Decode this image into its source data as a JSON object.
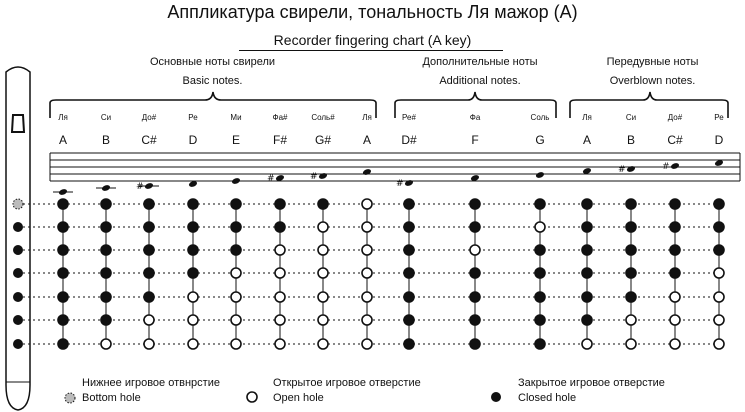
{
  "title": "Аппликатура свирели, тональность Ля мажор (A)",
  "subtitle": "Recorder fingering chart (A key)",
  "sections": [
    {
      "ru": "Основные ноты свирели",
      "en": "Basic notes."
    },
    {
      "ru": "Дополнительные ноты",
      "en": "Additional notes."
    },
    {
      "ru": "Передувные ноты",
      "en": "Overblown notes."
    }
  ],
  "notes": [
    {
      "ru": "Ля",
      "lat": "A",
      "staff_sym": "",
      "fingering": [
        "C",
        "C",
        "C",
        "C",
        "C",
        "C",
        "C"
      ]
    },
    {
      "ru": "Си",
      "lat": "B",
      "staff_sym": "",
      "fingering": [
        "C",
        "C",
        "C",
        "C",
        "C",
        "C",
        "O"
      ]
    },
    {
      "ru": "До#",
      "lat": "C#",
      "staff_sym": "#",
      "fingering": [
        "C",
        "C",
        "C",
        "C",
        "C",
        "O",
        "O"
      ]
    },
    {
      "ru": "Ре",
      "lat": "D",
      "staff_sym": "",
      "fingering": [
        "C",
        "C",
        "C",
        "C",
        "O",
        "O",
        "O"
      ]
    },
    {
      "ru": "Ми",
      "lat": "E",
      "staff_sym": "",
      "fingering": [
        "C",
        "C",
        "C",
        "O",
        "O",
        "O",
        "O"
      ]
    },
    {
      "ru": "Фа#",
      "lat": "F#",
      "staff_sym": "#",
      "fingering": [
        "C",
        "C",
        "O",
        "O",
        "O",
        "O",
        "O"
      ]
    },
    {
      "ru": "Соль#",
      "lat": "G#",
      "staff_sym": "#",
      "fingering": [
        "C",
        "O",
        "O",
        "O",
        "O",
        "O",
        "O"
      ]
    },
    {
      "ru": "Ля",
      "lat": "A",
      "staff_sym": "",
      "fingering": [
        "O",
        "O",
        "O",
        "O",
        "O",
        "O",
        "O"
      ]
    },
    {
      "ru": "Ре#",
      "lat": "D#",
      "staff_sym": "#",
      "fingering": [
        "C",
        "C",
        "C",
        "C",
        "C",
        "C",
        "C"
      ]
    },
    {
      "ru": "Фа",
      "lat": "F",
      "staff_sym": "",
      "fingering": [
        "C",
        "C",
        "O",
        "C",
        "C",
        "C",
        "C"
      ]
    },
    {
      "ru": "Соль",
      "lat": "G",
      "staff_sym": "",
      "fingering": [
        "C",
        "O",
        "C",
        "C",
        "C",
        "C",
        "C"
      ]
    },
    {
      "ru": "Ля",
      "lat": "A",
      "staff_sym": "",
      "fingering": [
        "C",
        "C",
        "C",
        "C",
        "C",
        "C",
        "O"
      ]
    },
    {
      "ru": "Си",
      "lat": "B",
      "staff_sym": "#",
      "fingering": [
        "C",
        "C",
        "C",
        "C",
        "C",
        "O",
        "O"
      ]
    },
    {
      "ru": "До#",
      "lat": "C#",
      "staff_sym": "#",
      "fingering": [
        "C",
        "C",
        "C",
        "C",
        "O",
        "O",
        "O"
      ]
    },
    {
      "ru": "Ре",
      "lat": "D",
      "staff_sym": "",
      "fingering": [
        "C",
        "C",
        "C",
        "O",
        "O",
        "O",
        "O"
      ]
    }
  ],
  "legend": [
    {
      "ru": "Нижнее игровое отвнрстие",
      "en": "Bottom hole",
      "symbol": "bottom-hole"
    },
    {
      "ru": "Открытое игровое отверстие",
      "en": "Open hole",
      "symbol": "open-hole"
    },
    {
      "ru": "Закрытое игровое отверстие",
      "en": "Closed hole",
      "symbol": "closed-hole"
    }
  ],
  "colors": {
    "ink": "#111111",
    "paper": "#ffffff",
    "bottom_hole_fill": "#bbbbbb"
  }
}
